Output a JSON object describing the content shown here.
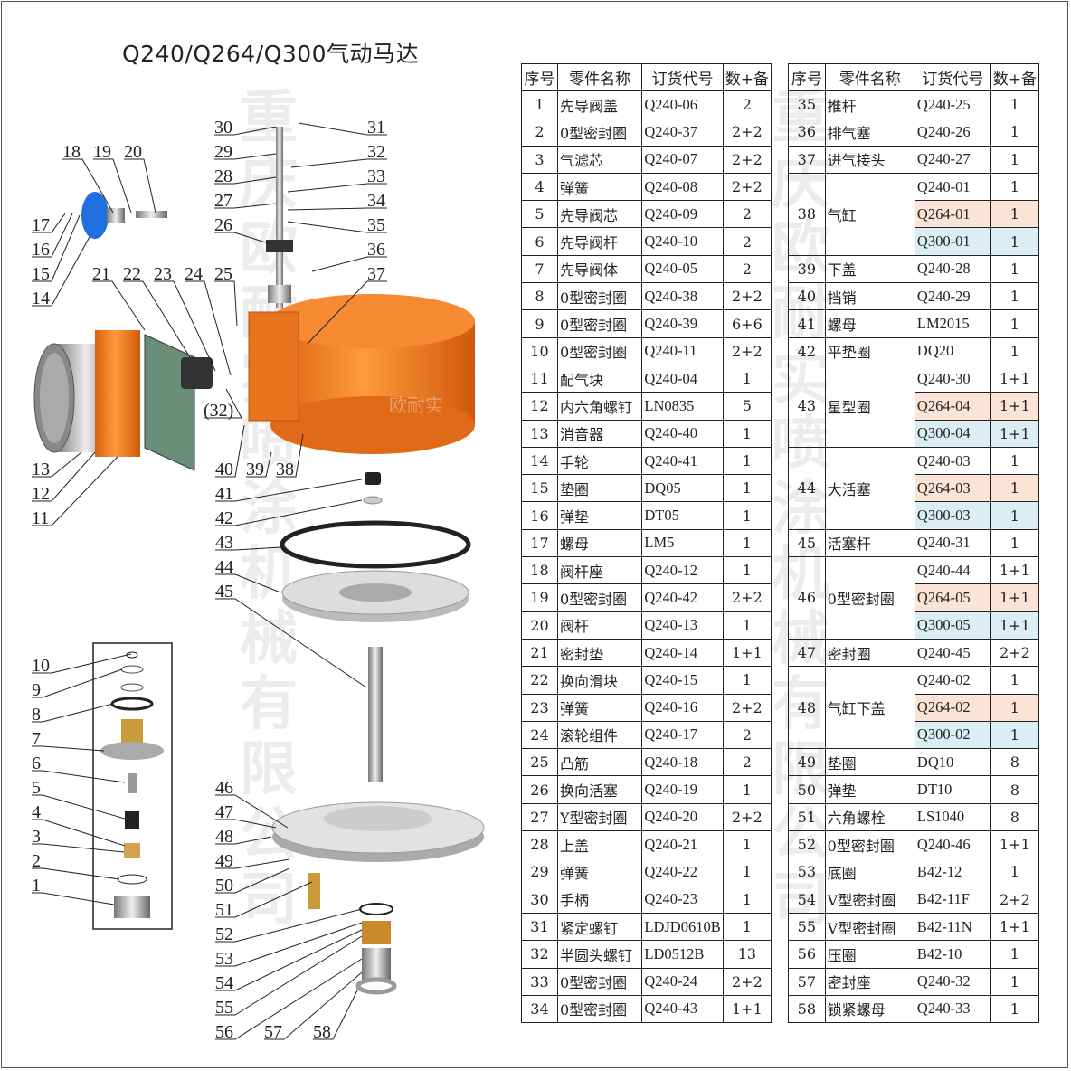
{
  "title": "Q240/Q264/Q300气动马达",
  "watermark": [
    "重庆欧耐实喷涂机械有限公司",
    "重庆欧耐实喷涂机械有限公司"
  ],
  "logo_text": "欧耐实",
  "colors": {
    "orange_highlight": "#fbe4d5",
    "blue_highlight": "#daeef3",
    "cylinder": "#f07a1e",
    "knob": "#1f6fe0"
  },
  "headers": [
    "序号",
    "零件名称",
    "订货代号",
    "数+备"
  ],
  "labels": [
    "30",
    "31",
    "29",
    "32",
    "28",
    "33",
    "27",
    "34",
    "26",
    "35",
    "36",
    "25",
    "37",
    "18",
    "19",
    "20",
    "17",
    "16",
    "15",
    "14",
    "21",
    "22",
    "23",
    "24",
    "(32)",
    "13",
    "12",
    "11",
    "40",
    "39",
    "38",
    "41",
    "42",
    "43",
    "44",
    "45",
    "10",
    "9",
    "8",
    "7",
    "6",
    "5",
    "4",
    "3",
    "2",
    "1",
    "46",
    "47",
    "48",
    "49",
    "50",
    "51",
    "52",
    "53",
    "54",
    "55",
    "56",
    "57",
    "58"
  ],
  "left_table": [
    {
      "no": "1",
      "name": "先导阀盖",
      "code": "Q240-06",
      "qty": "2"
    },
    {
      "no": "2",
      "name": "0型密封圈",
      "code": "Q240-37",
      "qty": "2+2"
    },
    {
      "no": "3",
      "name": "气滤芯",
      "code": "Q240-07",
      "qty": "2+2"
    },
    {
      "no": "4",
      "name": "弹簧",
      "code": "Q240-08",
      "qty": "2+2"
    },
    {
      "no": "5",
      "name": "先导阀芯",
      "code": "Q240-09",
      "qty": "2"
    },
    {
      "no": "6",
      "name": "先导阀杆",
      "code": "Q240-10",
      "qty": "2"
    },
    {
      "no": "7",
      "name": "先导阀体",
      "code": "Q240-05",
      "qty": "2"
    },
    {
      "no": "8",
      "name": "0型密封圈",
      "code": "Q240-38",
      "qty": "2+2"
    },
    {
      "no": "9",
      "name": "0型密封圈",
      "code": "Q240-39",
      "qty": "6+6"
    },
    {
      "no": "10",
      "name": "0型密封圈",
      "code": "Q240-11",
      "qty": "2+2"
    },
    {
      "no": "11",
      "name": "配气块",
      "code": "Q240-04",
      "qty": "1"
    },
    {
      "no": "12",
      "name": "内六角螺钉",
      "code": "LN0835",
      "qty": "5"
    },
    {
      "no": "13",
      "name": "消音器",
      "code": "Q240-40",
      "qty": "1"
    },
    {
      "no": "14",
      "name": "手轮",
      "code": "Q240-41",
      "qty": "1"
    },
    {
      "no": "15",
      "name": "垫圈",
      "code": "DQ05",
      "qty": "1"
    },
    {
      "no": "16",
      "name": "弹垫",
      "code": "DT05",
      "qty": "1"
    },
    {
      "no": "17",
      "name": "螺母",
      "code": "LM5",
      "qty": "1"
    },
    {
      "no": "18",
      "name": "阀杆座",
      "code": "Q240-12",
      "qty": "1"
    },
    {
      "no": "19",
      "name": "0型密封圈",
      "code": "Q240-42",
      "qty": "2+2"
    },
    {
      "no": "20",
      "name": "阀杆",
      "code": "Q240-13",
      "qty": "1"
    },
    {
      "no": "21",
      "name": "密封垫",
      "code": "Q240-14",
      "qty": "1+1"
    },
    {
      "no": "22",
      "name": "换向滑块",
      "code": "Q240-15",
      "qty": "1"
    },
    {
      "no": "23",
      "name": "弹簧",
      "code": "Q240-16",
      "qty": "2+2"
    },
    {
      "no": "24",
      "name": "滚轮组件",
      "code": "Q240-17",
      "qty": "2"
    },
    {
      "no": "25",
      "name": "凸筋",
      "code": "Q240-18",
      "qty": "2"
    },
    {
      "no": "26",
      "name": "换向活塞",
      "code": "Q240-19",
      "qty": "1"
    },
    {
      "no": "27",
      "name": "Y型密封圈",
      "code": "Q240-20",
      "qty": "2+2"
    },
    {
      "no": "28",
      "name": "上盖",
      "code": "Q240-21",
      "qty": "1"
    },
    {
      "no": "29",
      "name": "弹簧",
      "code": "Q240-22",
      "qty": "1"
    },
    {
      "no": "30",
      "name": "手柄",
      "code": "Q240-23",
      "qty": "1"
    },
    {
      "no": "31",
      "name": "紧定螺钉",
      "code": "LDJD0610B",
      "qty": "1"
    },
    {
      "no": "32",
      "name": "半圆头螺钉",
      "code": "LD0512B",
      "qty": "13"
    },
    {
      "no": "33",
      "name": "0型密封圈",
      "code": "Q240-24",
      "qty": "2+2"
    },
    {
      "no": "34",
      "name": "0型密封圈",
      "code": "Q240-43",
      "qty": "1+1"
    }
  ],
  "right_table": [
    {
      "no": "35",
      "name": "推杆",
      "variants": [
        {
          "code": "Q240-25",
          "qty": "1"
        }
      ]
    },
    {
      "no": "36",
      "name": "排气塞",
      "variants": [
        {
          "code": "Q240-26",
          "qty": "1"
        }
      ]
    },
    {
      "no": "37",
      "name": "进气接头",
      "variants": [
        {
          "code": "Q240-27",
          "qty": "1"
        }
      ]
    },
    {
      "no": "38",
      "name": "气缸",
      "variants": [
        {
          "code": "Q240-01",
          "qty": "1"
        },
        {
          "code": "Q264-01",
          "qty": "1",
          "hl": "orange"
        },
        {
          "code": "Q300-01",
          "qty": "1",
          "hl": "blue"
        }
      ]
    },
    {
      "no": "39",
      "name": "下盖",
      "variants": [
        {
          "code": "Q240-28",
          "qty": "1"
        }
      ]
    },
    {
      "no": "40",
      "name": "挡销",
      "variants": [
        {
          "code": "Q240-29",
          "qty": "1"
        }
      ]
    },
    {
      "no": "41",
      "name": "螺母",
      "variants": [
        {
          "code": "LM2015",
          "qty": "1"
        }
      ]
    },
    {
      "no": "42",
      "name": "平垫圈",
      "variants": [
        {
          "code": "DQ20",
          "qty": "1"
        }
      ]
    },
    {
      "no": "43",
      "name": "星型圈",
      "variants": [
        {
          "code": "Q240-30",
          "qty": "1+1"
        },
        {
          "code": "Q264-04",
          "qty": "1+1",
          "hl": "orange"
        },
        {
          "code": "Q300-04",
          "qty": "1+1",
          "hl": "blue"
        }
      ]
    },
    {
      "no": "44",
      "name": "大活塞",
      "variants": [
        {
          "code": "Q240-03",
          "qty": "1"
        },
        {
          "code": "Q264-03",
          "qty": "1",
          "hl": "orange"
        },
        {
          "code": "Q300-03",
          "qty": "1",
          "hl": "blue"
        }
      ]
    },
    {
      "no": "45",
      "name": "活塞杆",
      "variants": [
        {
          "code": "Q240-31",
          "qty": "1"
        }
      ]
    },
    {
      "no": "46",
      "name": "0型密封圈",
      "variants": [
        {
          "code": "Q240-44",
          "qty": "1+1"
        },
        {
          "code": "Q264-05",
          "qty": "1+1",
          "hl": "orange"
        },
        {
          "code": "Q300-05",
          "qty": "1+1",
          "hl": "blue"
        }
      ]
    },
    {
      "no": "47",
      "name": "密封圈",
      "variants": [
        {
          "code": "Q240-45",
          "qty": "2+2"
        }
      ]
    },
    {
      "no": "48",
      "name": "气缸下盖",
      "variants": [
        {
          "code": "Q240-02",
          "qty": "1"
        },
        {
          "code": "Q264-02",
          "qty": "1",
          "hl": "orange"
        },
        {
          "code": "Q300-02",
          "qty": "1",
          "hl": "blue"
        }
      ]
    },
    {
      "no": "49",
      "name": "垫圈",
      "variants": [
        {
          "code": "DQ10",
          "qty": "8"
        }
      ]
    },
    {
      "no": "50",
      "name": "弹垫",
      "variants": [
        {
          "code": "DT10",
          "qty": "8"
        }
      ]
    },
    {
      "no": "51",
      "name": "六角螺栓",
      "variants": [
        {
          "code": "LS1040",
          "qty": "8"
        }
      ]
    },
    {
      "no": "52",
      "name": "0型密封圈",
      "variants": [
        {
          "code": "Q240-46",
          "qty": "1+1"
        }
      ]
    },
    {
      "no": "53",
      "name": "底圈",
      "variants": [
        {
          "code": "B42-12",
          "qty": "1"
        }
      ]
    },
    {
      "no": "54",
      "name": "V型密封圈",
      "variants": [
        {
          "code": "B42-11F",
          "qty": "2+2"
        }
      ]
    },
    {
      "no": "55",
      "name": "V型密封圈",
      "variants": [
        {
          "code": "B42-11N",
          "qty": "1+1"
        }
      ]
    },
    {
      "no": "56",
      "name": "压圈",
      "variants": [
        {
          "code": "B42-10",
          "qty": "1"
        }
      ]
    },
    {
      "no": "57",
      "name": "密封座",
      "variants": [
        {
          "code": "Q240-32",
          "qty": "1"
        }
      ]
    },
    {
      "no": "58",
      "name": "锁紧螺母",
      "variants": [
        {
          "code": "Q240-33",
          "qty": "1"
        }
      ]
    }
  ]
}
